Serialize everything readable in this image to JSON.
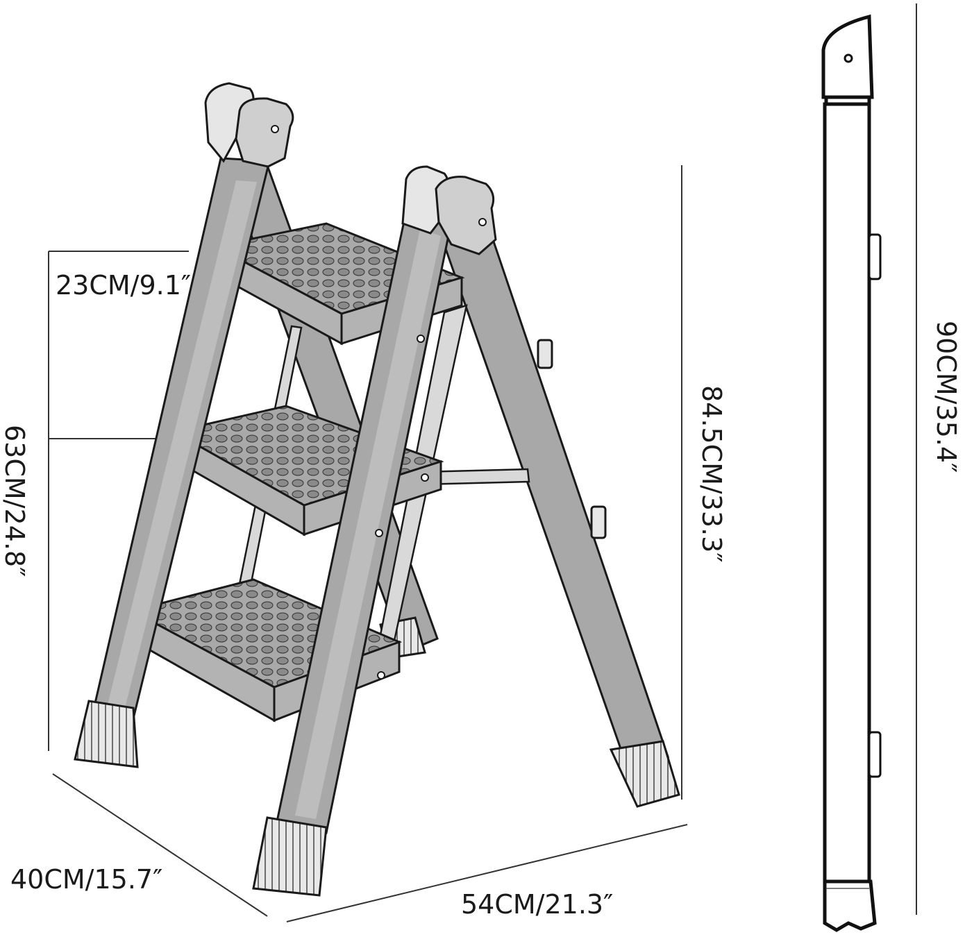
{
  "dimensions": {
    "step_depth": "23CM/9.1″",
    "platform_height": "63CM/24.8″",
    "total_height": "84.5CM/33.3″",
    "base_depth": "40CM/15.7″",
    "base_width": "54CM/21.3″",
    "folded_height": "90CM/35.4″"
  },
  "parts": {
    "steps_count": 3,
    "views": [
      "ladder-open-view",
      "ladder-folded-side-view"
    ]
  },
  "colors": {
    "frame": "#a8a8a8",
    "metal_caps": "#e6e6e6",
    "lines": "#333333",
    "background": "#ffffff"
  }
}
